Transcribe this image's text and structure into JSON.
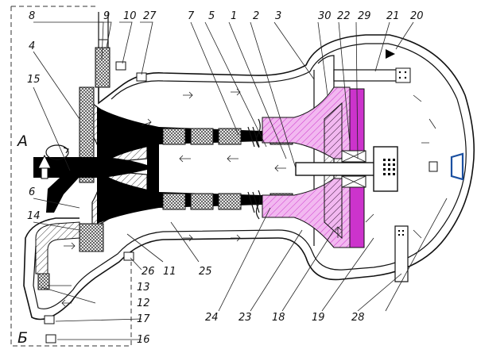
{
  "callouts": [
    {
      "id": "c8",
      "text": "8"
    },
    {
      "id": "c9",
      "text": "9"
    },
    {
      "id": "c10",
      "text": "10"
    },
    {
      "id": "c27",
      "text": "27"
    },
    {
      "id": "c7",
      "text": "7"
    },
    {
      "id": "c5",
      "text": "5"
    },
    {
      "id": "c1",
      "text": "1"
    },
    {
      "id": "c2",
      "text": "2"
    },
    {
      "id": "c3",
      "text": "3"
    },
    {
      "id": "c30",
      "text": "30"
    },
    {
      "id": "c22",
      "text": "22"
    },
    {
      "id": "c29",
      "text": "29"
    },
    {
      "id": "c21",
      "text": "21"
    },
    {
      "id": "c20",
      "text": "20"
    },
    {
      "id": "c4",
      "text": "4"
    },
    {
      "id": "c15",
      "text": "15"
    },
    {
      "id": "c6",
      "text": "6"
    },
    {
      "id": "c14",
      "text": "14"
    },
    {
      "id": "c11",
      "text": "11"
    },
    {
      "id": "c25",
      "text": "25"
    },
    {
      "id": "c26",
      "text": "26"
    },
    {
      "id": "c13",
      "text": "13"
    },
    {
      "id": "c12",
      "text": "12"
    },
    {
      "id": "c17",
      "text": "17"
    },
    {
      "id": "c16",
      "text": "16"
    },
    {
      "id": "c24",
      "text": "24"
    },
    {
      "id": "c23",
      "text": "23"
    },
    {
      "id": "c18",
      "text": "18"
    },
    {
      "id": "c19",
      "text": "19"
    },
    {
      "id": "c28",
      "text": "28"
    }
  ],
  "port_labels": {
    "a": "А",
    "b": "Б"
  },
  "colors": {
    "stroke": "#111111",
    "fill_black": "#000000",
    "magenta": "#cc33cc",
    "pink": "#f0a0ee",
    "hatch": "#333333"
  }
}
